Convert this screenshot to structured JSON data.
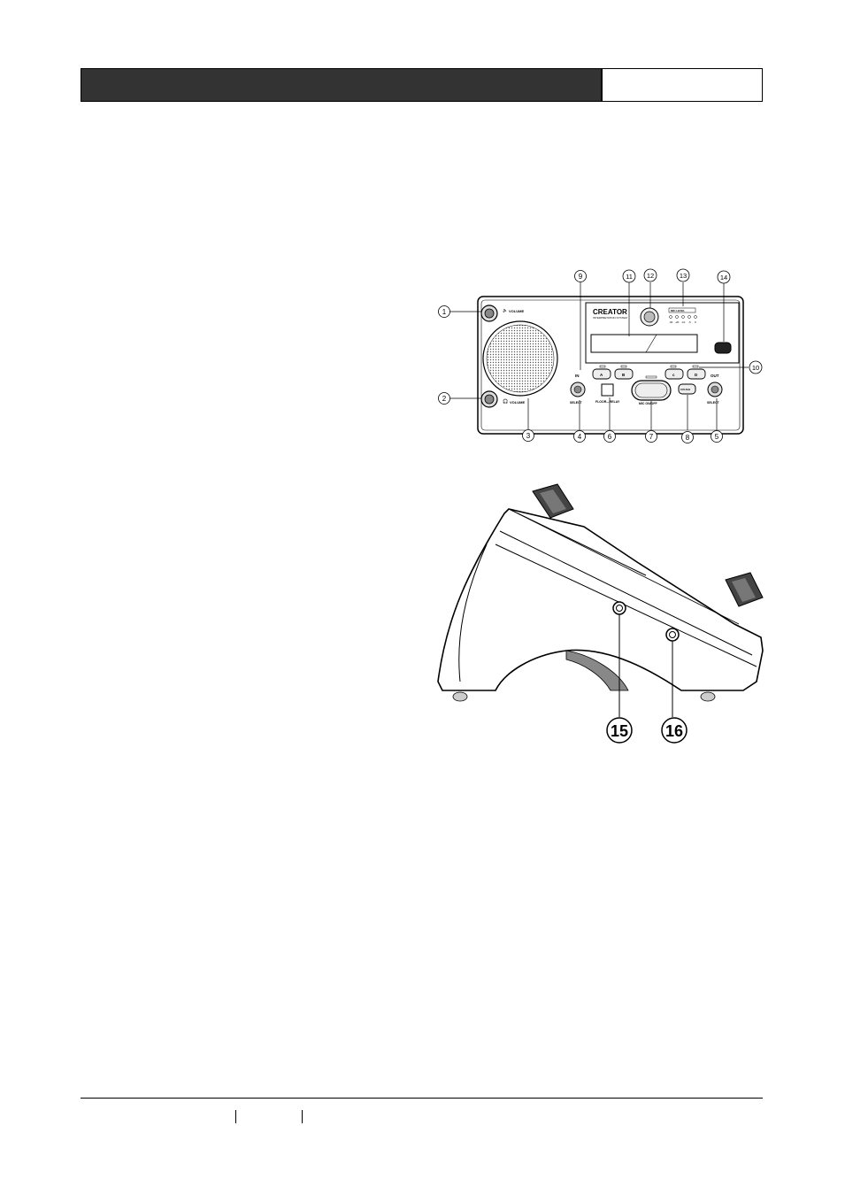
{
  "front_panel": {
    "brand": "CREATOR",
    "subtitle": "INTERPRETATION SYSTEM",
    "volume_top": "VOLUME",
    "volume_bottom": "VOLUME",
    "in_label": "IN",
    "out_label": "OUT",
    "select_in": "SELECT",
    "select_out": "SELECT",
    "floor_relay": "FLOOR—RELAY",
    "mic_onoff": "MIC ON/OFF",
    "cough": "COUGH",
    "btn_a": "A",
    "btn_b": "B",
    "btn_c": "c",
    "btn_d": "D",
    "mic_level": "MIC LEVEL",
    "level_scale": [
      "-30",
      "-20",
      "-10",
      "-5",
      "0"
    ],
    "callouts": {
      "c1": "1",
      "c2": "2",
      "c3": "3",
      "c4": "4",
      "c5": "5",
      "c6": "6",
      "c7": "7",
      "c8": "8",
      "c9": "9",
      "c10": "10",
      "c11": "11",
      "c12": "12",
      "c13": "13",
      "c14": "14"
    }
  },
  "side_view": {
    "callouts": {
      "c15": "15",
      "c16": "16"
    }
  }
}
